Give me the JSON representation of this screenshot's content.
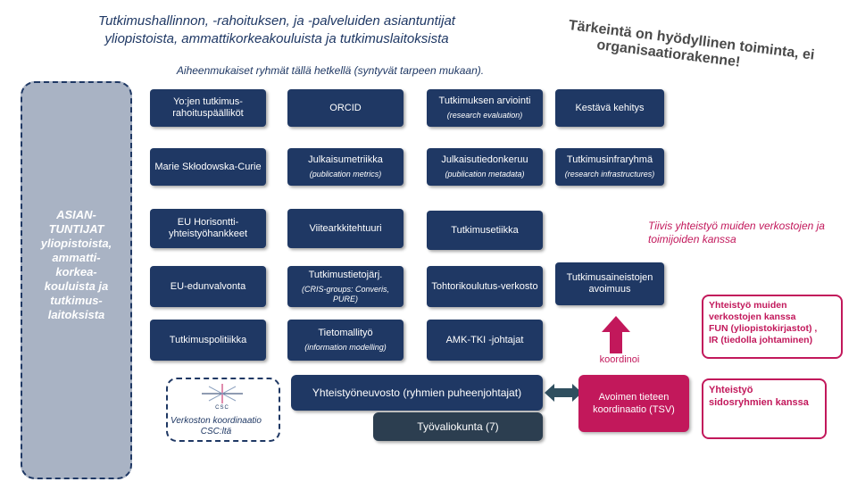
{
  "header": {
    "title_line1": "Tutkimushallinnon, -rahoituksen, ja -palveluiden asiantuntijat",
    "title_line2": "yliopistoista, ammattikorkeakouluista ja tutkimuslaitoksista",
    "subtitle": "Aiheenmukaiset ryhmät tällä hetkellä (syntyvät tarpeen mukaan).",
    "slogan_line1": "Tärkeintä on hyödyllinen toiminta, ei",
    "slogan_line2": "organisaatiorakenne!"
  },
  "left_panel": {
    "line1": "ASIAN-",
    "line2": "TUNTIJAT",
    "line3": "yliopistoista,",
    "line4": "ammatti-",
    "line5": "korkea-",
    "line6": "kouluista ja",
    "line7": "tutkimus-",
    "line8": "laitoksista"
  },
  "groups": {
    "g1": {
      "label": "Yo:jen tutkimus-rahoituspäälliköt"
    },
    "g2": {
      "label": "ORCID"
    },
    "g3": {
      "label": "Tutkimuksen arviointi",
      "sub": "(research evaluation)"
    },
    "g4": {
      "label": "Kestävä kehitys"
    },
    "g5": {
      "label": "Marie Skłodowska-Curie"
    },
    "g6": {
      "label": "Julkaisumetriikka",
      "sub": "(publication metrics)"
    },
    "g7": {
      "label": "Julkaisutiedonkeruu",
      "sub": "(publication metadata)"
    },
    "g8": {
      "label": "Tutkimusinfraryhmä",
      "sub": "(research infrastructures)"
    },
    "g9": {
      "label": "EU Horisontti-yhteistyöhankkeet"
    },
    "g10": {
      "label": "Viitearkkitehtuuri"
    },
    "g11": {
      "label": "Tutkimusetiikka"
    },
    "g12": {
      "label": "EU-edunvalvonta"
    },
    "g13": {
      "label": "Tutkimustietojärj.",
      "sub": "(CRIS-groups: Converis, PURE)"
    },
    "g14": {
      "label": "Tohtorikoulutus-verkosto"
    },
    "g15": {
      "label": "Tutkimusaineistojen avoimuus"
    },
    "g16": {
      "label": "Tutkimuspolitiikka"
    },
    "g17": {
      "label": "Tietomallityö",
      "sub": "(information modelling)"
    },
    "g18": {
      "label": "AMK-TKI -johtajat"
    }
  },
  "council": {
    "label": "Yhteistyöneuvosto (ryhmien puheenjohtajat)",
    "working_committee": "Työvaliokunta (7)"
  },
  "right_side": {
    "collab_note": "Tiivis yhteistyö muiden verkostojen ja toimijoiden kanssa",
    "coordinates_label": "koordinoi",
    "tsv_box": "Avoimen tieteen koordinaatio (TSV)",
    "other_networks_line1": "Yhteistyö muiden",
    "other_networks_line2": "verkostojen kanssa",
    "other_networks_line3": "FUN (yliopistokirjastot) ,",
    "other_networks_line4": "IR (tiedolla johtaminen)",
    "stakeholders": "Yhteistyö sidosryhmien kanssa"
  },
  "csc": {
    "logo_text": "CSC",
    "caption_line1": "Verkoston koordinaatio",
    "caption_line2": "CSC:ltä"
  },
  "colors": {
    "navy": "#1f3864",
    "pink": "#c2185b",
    "panel": "#a9b3c4"
  }
}
